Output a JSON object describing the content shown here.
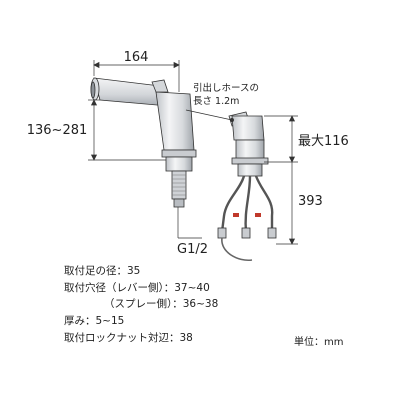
{
  "dimensions": {
    "spout_length": "164",
    "height_range": "136~281",
    "max_height": "最大116",
    "hose_length": "393",
    "thread": "G1/2"
  },
  "hose_note": {
    "line1": "引出しホースの",
    "line2": "長さ 1.2m"
  },
  "specs": [
    "取付足の径：35",
    "取付穴径（レバー側）：37~40",
    "（スプレー側）：36~38",
    "厚み：5~15",
    "取付ロックナット対辺：38"
  ],
  "unit": "単位：mm"
}
